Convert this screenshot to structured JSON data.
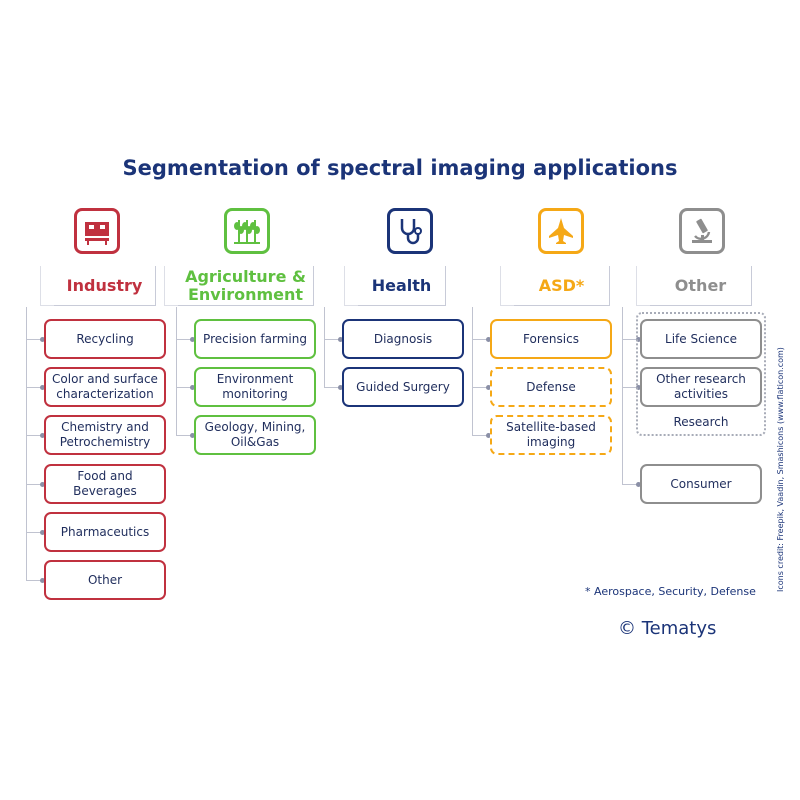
{
  "title": "Segmentation of spectral imaging applications",
  "colors": {
    "industry": "#c0313f",
    "agriculture": "#5fc040",
    "health": "#1b3478",
    "asd": "#f5a816",
    "other": "#8e8e8e"
  },
  "categories": [
    {
      "key": "industry",
      "label": "Industry",
      "icon": "factory-icon",
      "items": [
        "Recycling",
        "Color and surface characterization",
        "Chemistry and Petrochemistry",
        "Food and Beverages",
        "Pharmaceutics",
        "Other"
      ]
    },
    {
      "key": "agriculture",
      "label": "Agriculture & Environment",
      "icon": "crops-icon",
      "items": [
        "Precision farming",
        "Environment monitoring",
        "Geology, Mining, Oil&Gas"
      ]
    },
    {
      "key": "health",
      "label": "Health",
      "icon": "stethoscope-icon",
      "items": [
        "Diagnosis",
        "Guided Surgery"
      ]
    },
    {
      "key": "asd",
      "label": "ASD*",
      "icon": "jet-icon",
      "items": [
        "Forensics",
        "Defense",
        "Satellite-based imaging"
      ]
    },
    {
      "key": "other",
      "label": "Other",
      "icon": "microscope-icon",
      "items": [
        "Life Science",
        "Other research activities",
        "Consumer"
      ],
      "group_label": "Research"
    }
  ],
  "footnote": "* Aerospace, Security, Defense",
  "copyright": "© Tematys",
  "credit": "Icons credit: Freepik, Vaadin, Smashicons (www.flaticon.com)"
}
